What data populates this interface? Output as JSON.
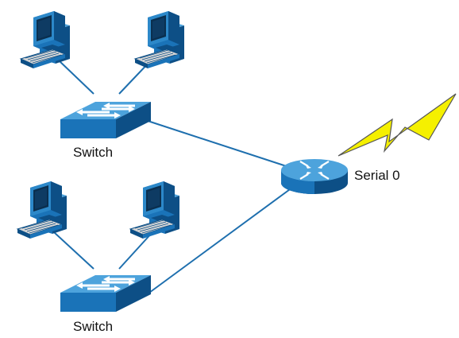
{
  "labels": {
    "switch_top": "Switch",
    "switch_bottom": "Switch",
    "router_interface": "Serial 0"
  },
  "devices": {
    "computers": [
      "pc-icon",
      "pc-icon",
      "pc-icon",
      "pc-icon"
    ],
    "switches": [
      "switch-icon",
      "switch-icon"
    ],
    "router": "router-icon",
    "wan_link": "serial-lightning-icon"
  },
  "colors": {
    "device_blue": "#1a73b8",
    "device_dark": "#0d4f86",
    "device_light": "#4da3dc",
    "link_line": "#1e6fae",
    "lightning_fill": "#f5f000",
    "lightning_stroke": "#555555"
  }
}
